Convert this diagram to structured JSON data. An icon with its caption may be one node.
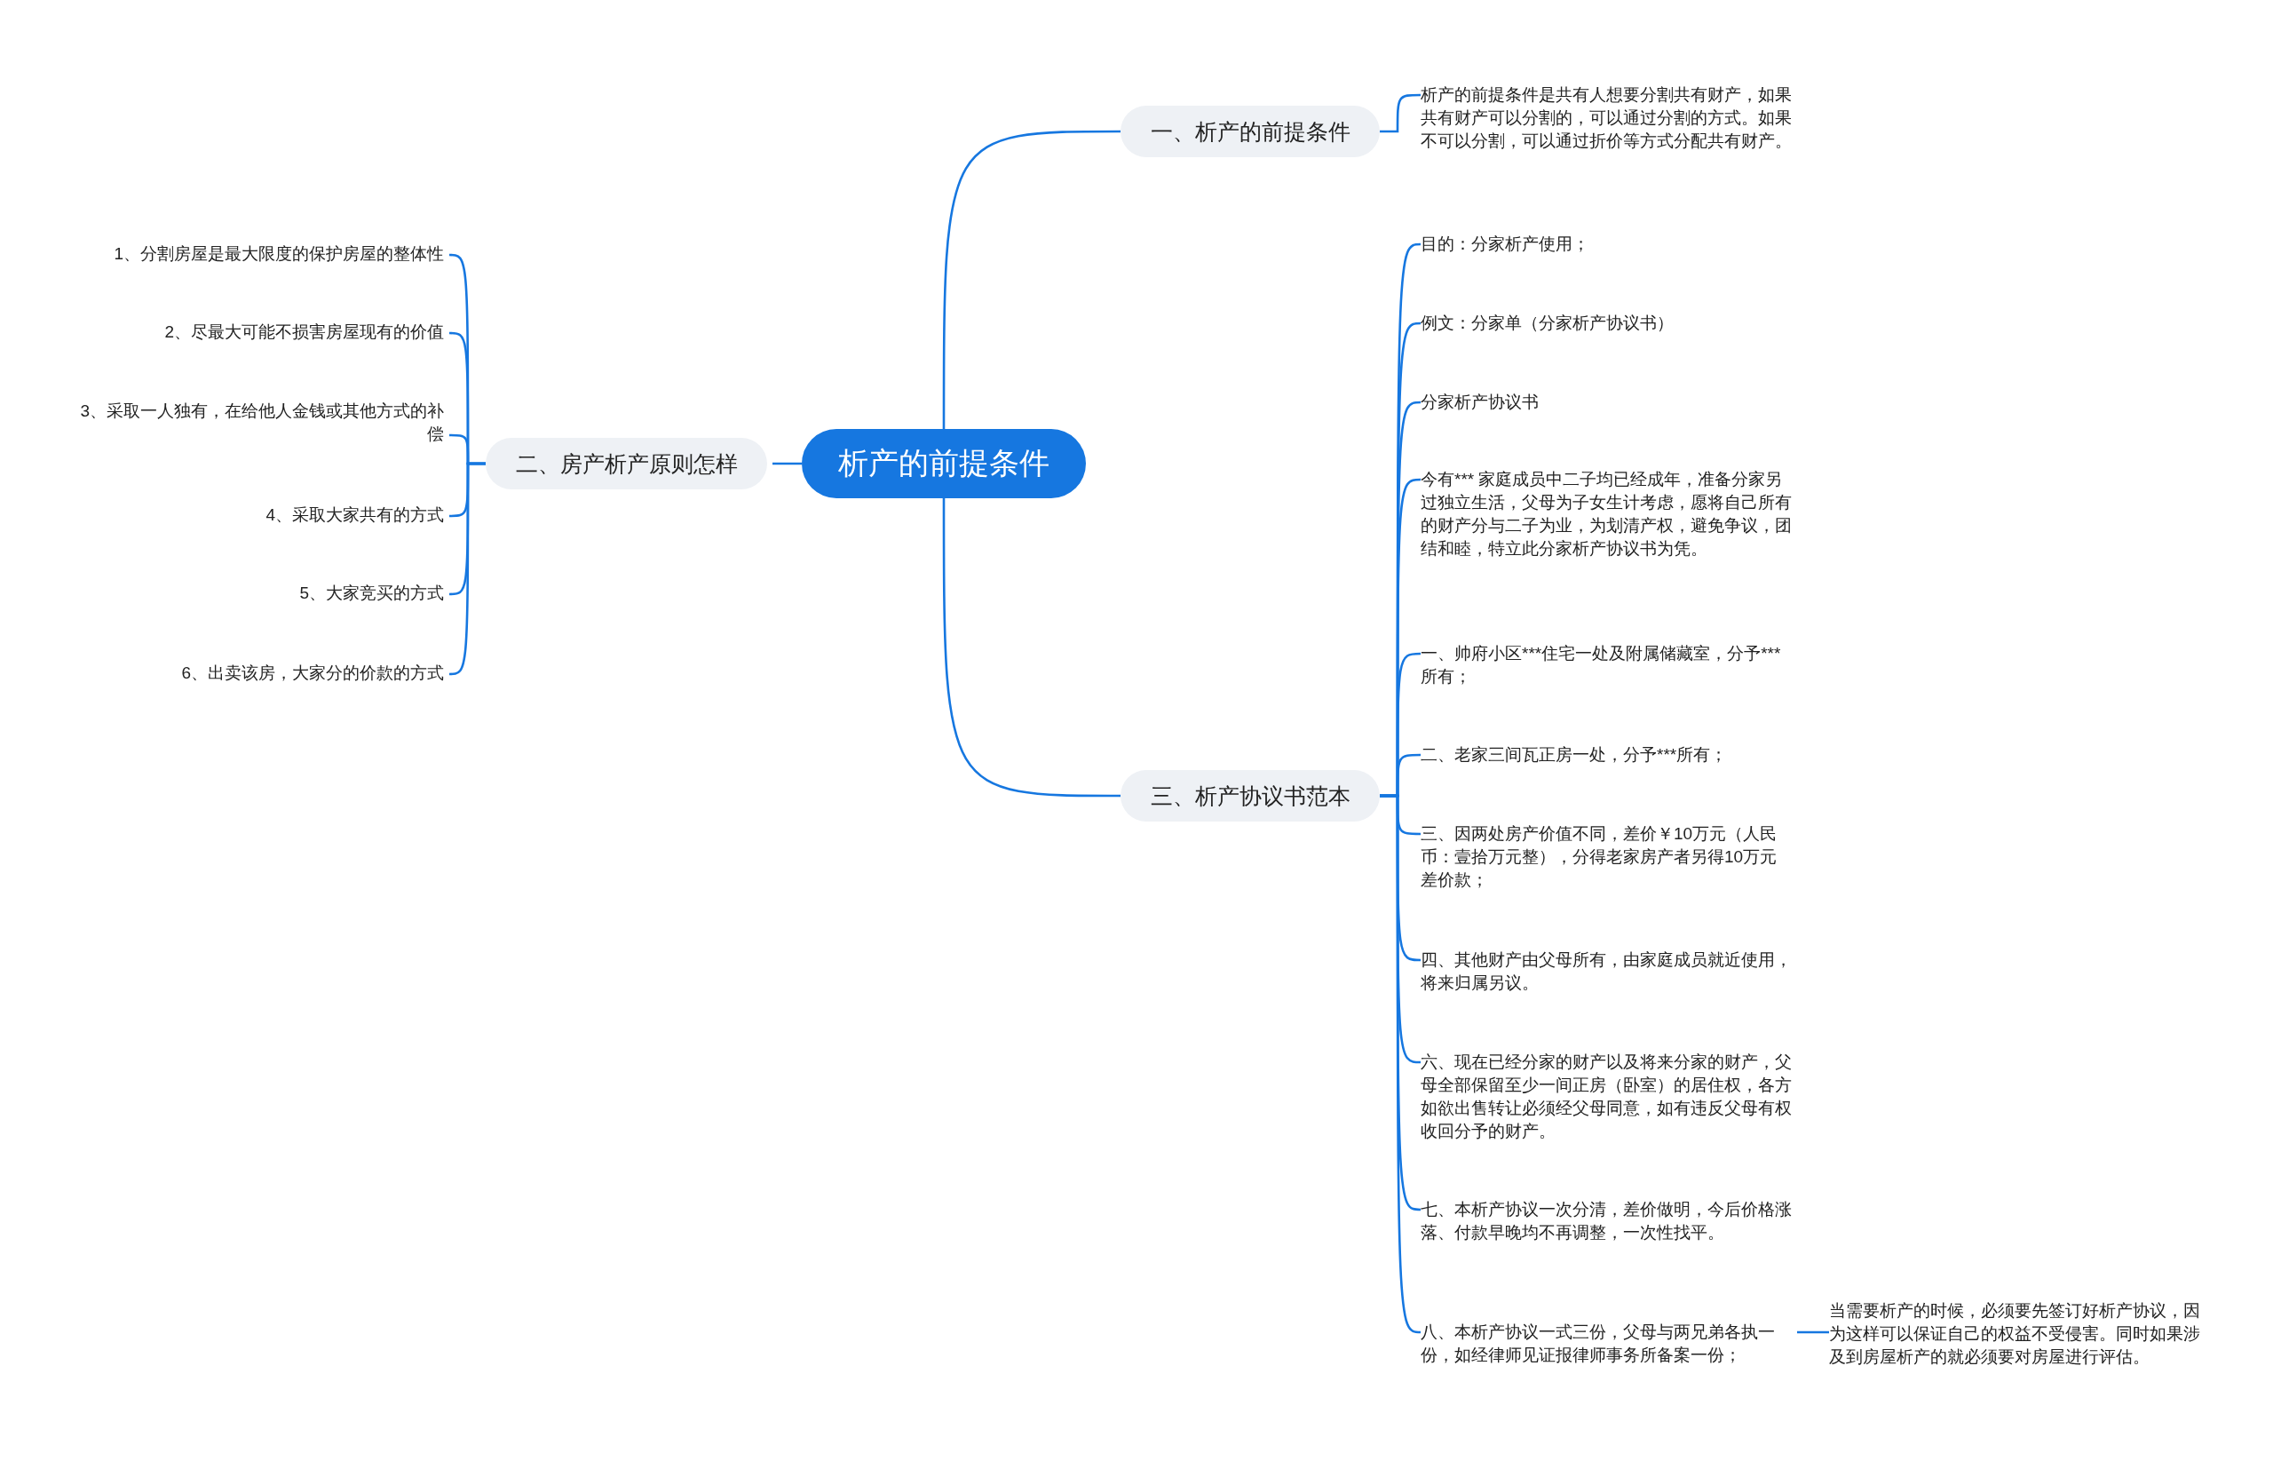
{
  "diagram": {
    "nodes": [
      {
        "text": [
          "析产的前提条件"
        ]
      },
      {
        "text": [
          "一、析产的前提条件"
        ]
      },
      {
        "text": [
          "析产的前提条件是共有人想要分割共有财产，如果共有财产可以分割的，可以通过分割的方式。如果不可以分割，可以通过折价等方式分配共有财产。"
        ]
      },
      {
        "text": [
          "二、房产析产原则怎样"
        ]
      },
      {
        "text": [
          "1、分割房屋是最大限度的保护房屋的整体性"
        ]
      },
      {
        "text": [
          "2、尽最大可能不损害房屋现有的价值"
        ]
      },
      {
        "text": [
          "3、采取一人独有，在给他人金钱或其他方式的补偿"
        ]
      },
      {
        "text": [
          "4、采取大家共有的方式"
        ]
      },
      {
        "text": [
          "5、大家竞买的方式"
        ]
      },
      {
        "text": [
          "6、出卖该房，大家分的价款的方式"
        ]
      },
      {
        "text": [
          "三、析产协议书范本"
        ]
      },
      {
        "text": [
          "目的：分家析产使用；"
        ]
      },
      {
        "text": [
          "例文：分家单（分家析产协议书）"
        ]
      },
      {
        "text": [
          "分家析产协议书"
        ]
      },
      {
        "text": [
          "今有*** 家庭成员中二子均已经成年，准备分家另过独立生活，父母为子女生计考虑，愿将自己所有的财产分与二子为业，为划清产权，避免争议，团结和睦，特立此分家析产协议书为凭。"
        ]
      },
      {
        "text": [
          "一、帅府小区***住宅一处及附属储藏室，分予***所有；"
        ]
      },
      {
        "text": [
          "二、老家三间瓦正房一处，分予***所有；"
        ]
      },
      {
        "text": [
          "三、因两处房产价值不同，差价￥10万元（人民币：壹拾万元整），分得老家房产者另得10万元差价款；"
        ]
      },
      {
        "text": [
          "四、其他财产由父母所有，由家庭成员就近使用，将来归属另议。"
        ]
      },
      {
        "text": [
          "六、现在已经分家的财产以及将来分家的财产，父母全部保留至少一间正房（卧室）的居住权，各方如欲出售转让必须经父母同意，如有违反父母有权收回分予的财产。"
        ]
      },
      {
        "text": [
          "七、本析产协议一次分清，差价做明，今后价格涨落、付款早晚均不再调整，一次性找平。"
        ]
      },
      {
        "text": [
          "八、本析产协议一式三份，父母与两兄弟各执一份，如经律师见证报律师事务所备案一份；"
        ]
      },
      {
        "text": [
          "当需要析产的时候，必须要先签订好析产协议，因为这样可以保证自己的权益不受侵害。同时如果涉及到房屋析产的就必须要对房屋进行评估。"
        ]
      }
    ],
    "edges": [
      {
        "from": 0,
        "to": 1,
        "arrow": "none"
      },
      {
        "from": 1,
        "to": 2,
        "arrow": "none"
      },
      {
        "from": 0,
        "to": 3,
        "arrow": "none"
      },
      {
        "from": 3,
        "to": 4,
        "arrow": "none"
      },
      {
        "from": 3,
        "to": 5,
        "arrow": "none"
      },
      {
        "from": 3,
        "to": 6,
        "arrow": "none"
      },
      {
        "from": 3,
        "to": 7,
        "arrow": "none"
      },
      {
        "from": 3,
        "to": 8,
        "arrow": "none"
      },
      {
        "from": 3,
        "to": 9,
        "arrow": "none"
      },
      {
        "from": 0,
        "to": 10,
        "arrow": "none"
      },
      {
        "from": 10,
        "to": 11,
        "arrow": "none"
      },
      {
        "from": 10,
        "to": 12,
        "arrow": "none"
      },
      {
        "from": 10,
        "to": 13,
        "arrow": "none"
      },
      {
        "from": 10,
        "to": 14,
        "arrow": "none"
      },
      {
        "from": 10,
        "to": 15,
        "arrow": "none"
      },
      {
        "from": 10,
        "to": 16,
        "arrow": "none"
      },
      {
        "from": 10,
        "to": 17,
        "arrow": "none"
      },
      {
        "from": 10,
        "to": 18,
        "arrow": "none"
      },
      {
        "from": 10,
        "to": 19,
        "arrow": "none"
      },
      {
        "from": 10,
        "to": 20,
        "arrow": "none"
      },
      {
        "from": 10,
        "to": 21,
        "arrow": "none"
      },
      {
        "from": 21,
        "to": 22,
        "arrow": "none"
      }
    ]
  }
}
